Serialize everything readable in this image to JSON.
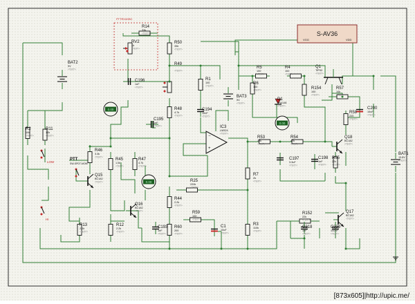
{
  "module": {
    "label": "S-AV36",
    "pin_left": "VGG",
    "pin_right": "VDD"
  },
  "subcircuit": "PTTR04GBC",
  "watermark": "[873x605]|http://upic.me/",
  "text_placeholder": "<TEXT>",
  "probes": [
    {
      "value": "0.00"
    },
    {
      "value": "0.00"
    },
    {
      "value": "0.00"
    }
  ],
  "switches": {
    "ptt": {
      "name": "PTT",
      "sub": "SW-SPDT-MOM"
    },
    "low": "LOW",
    "hi": "HI"
  },
  "components": {
    "R14": {
      "name": "R14",
      "value": "33k"
    },
    "RV2": {
      "name": "RV2",
      "value": "1k"
    },
    "R50": {
      "name": "R50",
      "value": "33k"
    },
    "R49": {
      "name": "R49",
      "value": ""
    },
    "C196": {
      "name": "C196",
      "value": "1nF"
    },
    "C195": {
      "name": "C195",
      "value": "1nF"
    },
    "R48": {
      "name": "R48",
      "value": "4.7k"
    },
    "R1": {
      "name": "R1",
      "value": "100"
    },
    "C194": {
      "name": "C194",
      "value": "10nF"
    },
    "BAT3": {
      "name": "BAT3",
      "value": "9V"
    },
    "IC3": {
      "name": "IC3",
      "value": "LM324"
    },
    "BAT2": {
      "name": "BAT2",
      "value": "9V"
    },
    "R2": {
      "name": "R2",
      "value": "10k"
    },
    "R11": {
      "name": "R11",
      "value": "10k"
    },
    "R46": {
      "name": "R46",
      "value": "3.3k"
    },
    "R45": {
      "name": "R45",
      "value": "1.0k"
    },
    "R47": {
      "name": "R47",
      "value": "4.7k"
    },
    "Q15": {
      "name": "Q15",
      "value": "BC182"
    },
    "Q16": {
      "name": "Q16",
      "value": "BC182"
    },
    "R13": {
      "name": "R13",
      "value": "2.2k"
    },
    "R12": {
      "name": "R12",
      "value": "2.2k"
    },
    "R44": {
      "name": "R44",
      "value": "2.2k"
    },
    "R25": {
      "name": "R25",
      "value": "220k"
    },
    "R59": {
      "name": "R59",
      "value": "100"
    },
    "C193": {
      "name": "C193",
      "value": "1nF"
    },
    "R60": {
      "name": "R60",
      "value": "200"
    },
    "C1": {
      "name": "C1",
      "value": "10uF"
    },
    "R3": {
      "name": "R3",
      "value": "110k"
    },
    "R7": {
      "name": "R7",
      "value": "2k"
    },
    "R5": {
      "name": "R5",
      "value": "100"
    },
    "R4": {
      "name": "R4",
      "value": "100"
    },
    "R6": {
      "name": "R6",
      "value": "100"
    },
    "D1": {
      "name": "D1",
      "value": "1N4148"
    },
    "Q1": {
      "name": "Q1",
      "value": "TIP32"
    },
    "R154": {
      "name": "R154",
      "value": "100"
    },
    "R57": {
      "name": "R57",
      "value": "10k"
    },
    "R58": {
      "name": "R58",
      "value": "220"
    },
    "C200": {
      "name": "C200",
      "value": "10uF"
    },
    "R53": {
      "name": "R53",
      "value": "22k"
    },
    "R54": {
      "name": "R54",
      "value": "47k"
    },
    "C197": {
      "name": "C197",
      "value": "3.3uF"
    },
    "C198": {
      "name": "C198",
      "value": "1nF"
    },
    "R55": {
      "name": "R55",
      "value": "22k"
    },
    "Q18": {
      "name": "Q18",
      "value": "BC182"
    },
    "BAT1": {
      "name": "BAT1",
      "value": "13.8V"
    },
    "R152": {
      "name": "R152",
      "value": "22k"
    },
    "C218": {
      "name": "C218",
      "value": "1nF"
    },
    "C239": {
      "name": "C239",
      "value": "100nF"
    },
    "Q17": {
      "name": "Q17",
      "value": "BC182"
    }
  }
}
